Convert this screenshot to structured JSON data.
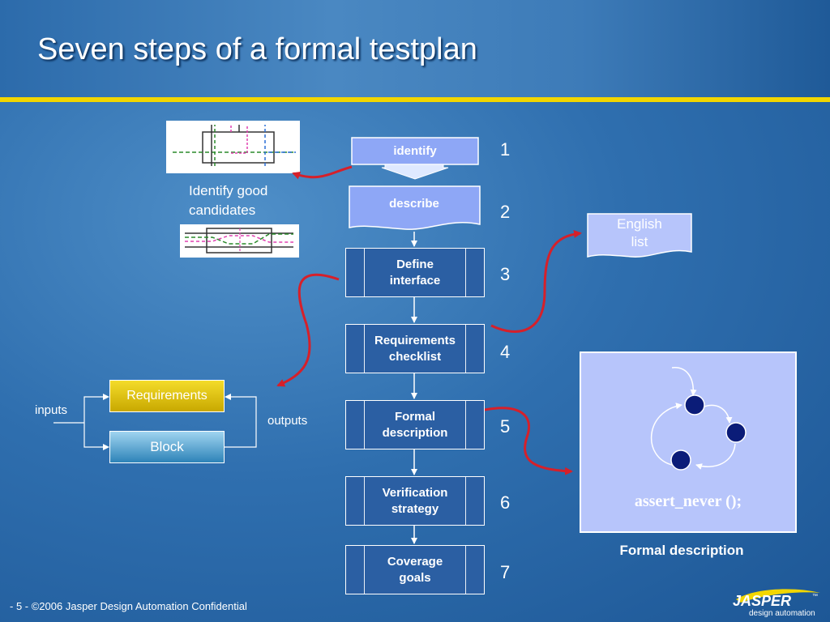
{
  "slide": {
    "title": "Seven steps of a formal testplan",
    "footer": "- 5 -   ©2006 Jasper Design Automation Confidential",
    "logo": {
      "name": "JASPER",
      "tagline": "design automation",
      "trademark": "™"
    }
  },
  "flow": {
    "steps": [
      {
        "label": "identify",
        "number": "1"
      },
      {
        "label": "describe",
        "number": "2"
      },
      {
        "label": "Define\ninterface",
        "number": "3"
      },
      {
        "label": "Requirements\nchecklist",
        "number": "4"
      },
      {
        "label": "Formal\ndescription",
        "number": "5"
      },
      {
        "label": "Verification\nstrategy",
        "number": "6"
      },
      {
        "label": "Coverage\ngoals",
        "number": "7"
      }
    ]
  },
  "identify_note": {
    "text": "Identify good\ncandidates"
  },
  "english_list": {
    "text": "English\nlist"
  },
  "interface_diagram": {
    "requirements": "Requirements",
    "block": "Block",
    "inputs": "inputs",
    "outputs": "outputs"
  },
  "formal_panel": {
    "code": "assert_never ();",
    "caption": "Formal description"
  },
  "colors": {
    "background": "#2f6faf",
    "accent_yellow": "#f2d600",
    "connector_red": "#d6202a",
    "step_fill": "#2b5fa3",
    "identify_fill": "#8ea7f6",
    "panel_fill": "#b7c5fb",
    "state_fill": "#0b1c78"
  }
}
